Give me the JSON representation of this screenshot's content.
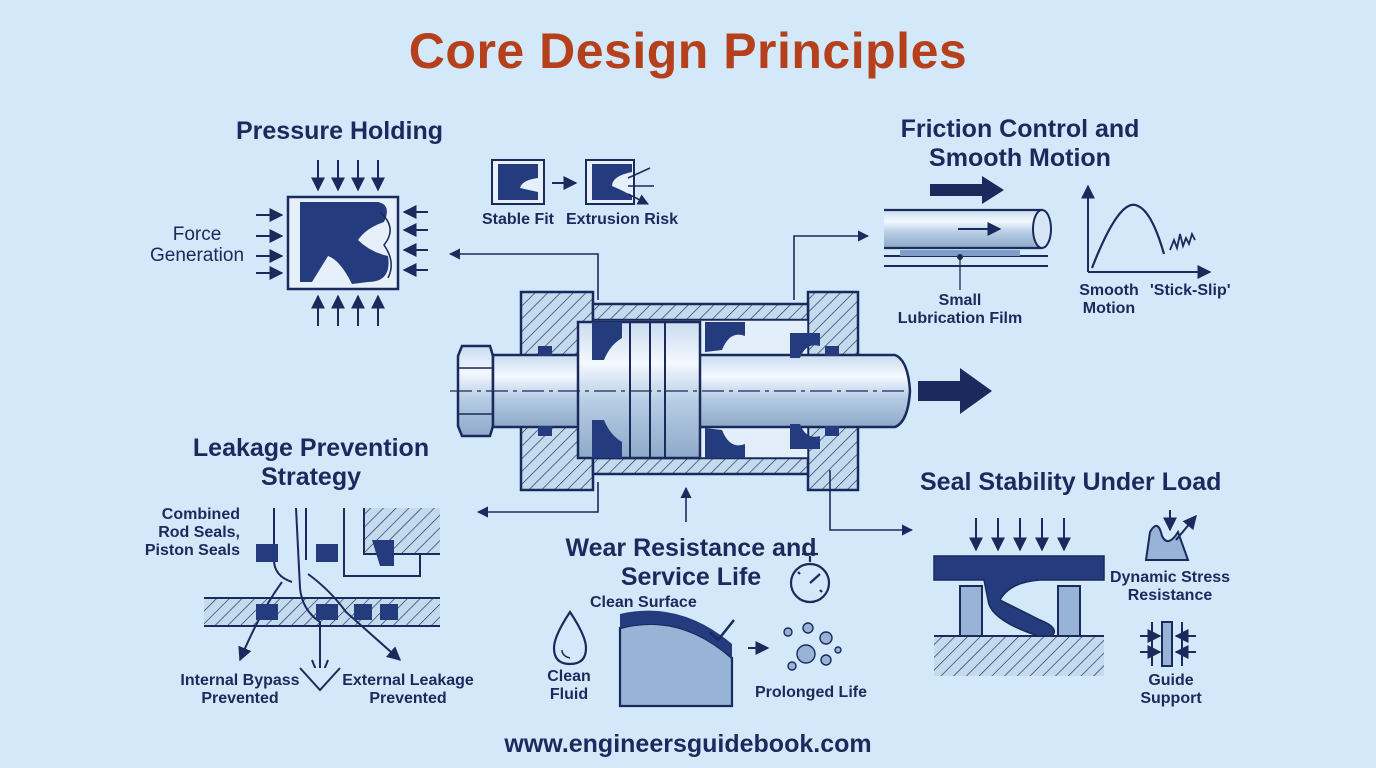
{
  "title": "Core Design Principles",
  "footer_url": "www.engineersguidebook.com",
  "pressure": {
    "heading": "Pressure Holding",
    "force_label": "Force\nGeneration",
    "fit_stable": "Stable Fit",
    "fit_extrusion": "Extrusion Risk"
  },
  "friction": {
    "heading": "Friction Control and\nSmooth Motion",
    "film_label": "Small\nLubrication Film",
    "smooth_label": "Smooth\nMotion",
    "stickslip_label": "'Stick-Slip'"
  },
  "leakage": {
    "heading": "Leakage Prevention\nStrategy",
    "combined_label": "Combined\nRod Seals,\nPiston Seals",
    "internal_label": "Internal Bypass\nPrevented",
    "external_label": "External Leakage\nPrevented"
  },
  "wear": {
    "heading": "Wear Resistance and\nService Life",
    "surface_label": "Clean Surface",
    "fluid_label": "Clean\nFluid",
    "life_label": "Prolonged Life"
  },
  "stability": {
    "heading": "Seal Stability Under Load",
    "dynamic_label": "Dynamic Stress\nResistance",
    "guide_label": "Guide\nSupport"
  },
  "colors": {
    "title": "#b5401b",
    "navy": "#1a2a5c",
    "seal": "#243b7d",
    "background": "#d3e8f8"
  }
}
